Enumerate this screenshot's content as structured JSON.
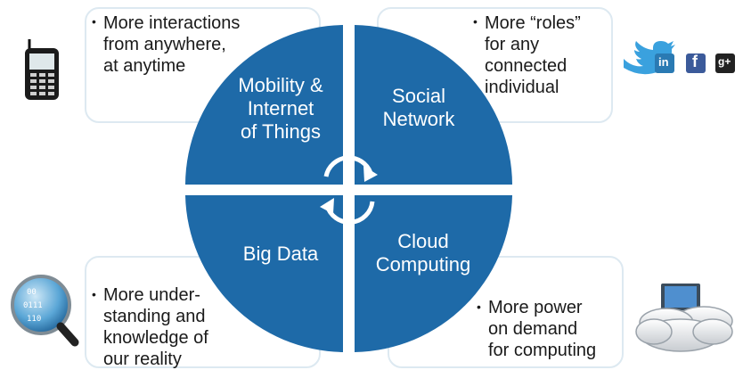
{
  "colors": {
    "quadrant": "#1e6aa8",
    "box_border": "#dde9f1",
    "text": "#1a1a1a"
  },
  "quadrants": {
    "top_left": "Mobility &\nInternet\nof Things",
    "top_right": "Social\nNetwork",
    "bottom_left": "Big Data",
    "bottom_right": "Cloud\nComputing"
  },
  "boxes": {
    "top_left": "More interactions\nfrom anywhere,\nat anytime",
    "top_right": "More “roles”\nfor any\nconnected\nindividual",
    "bottom_left": "More under-\nstanding and\nknowledge of\nour reality",
    "bottom_right": "More power\non demand\nfor computing"
  },
  "icons": {
    "top_left": "mobile-phone-icon",
    "top_right": [
      "twitter-icon",
      "linkedin-icon",
      "facebook-icon",
      "google-plus-icon"
    ],
    "bottom_left": "data-magnifier-icon",
    "bottom_right": "laptop-cloud-icon"
  },
  "social_glyphs": {
    "linkedin": "in",
    "facebook": "f",
    "google_plus": "g+"
  }
}
